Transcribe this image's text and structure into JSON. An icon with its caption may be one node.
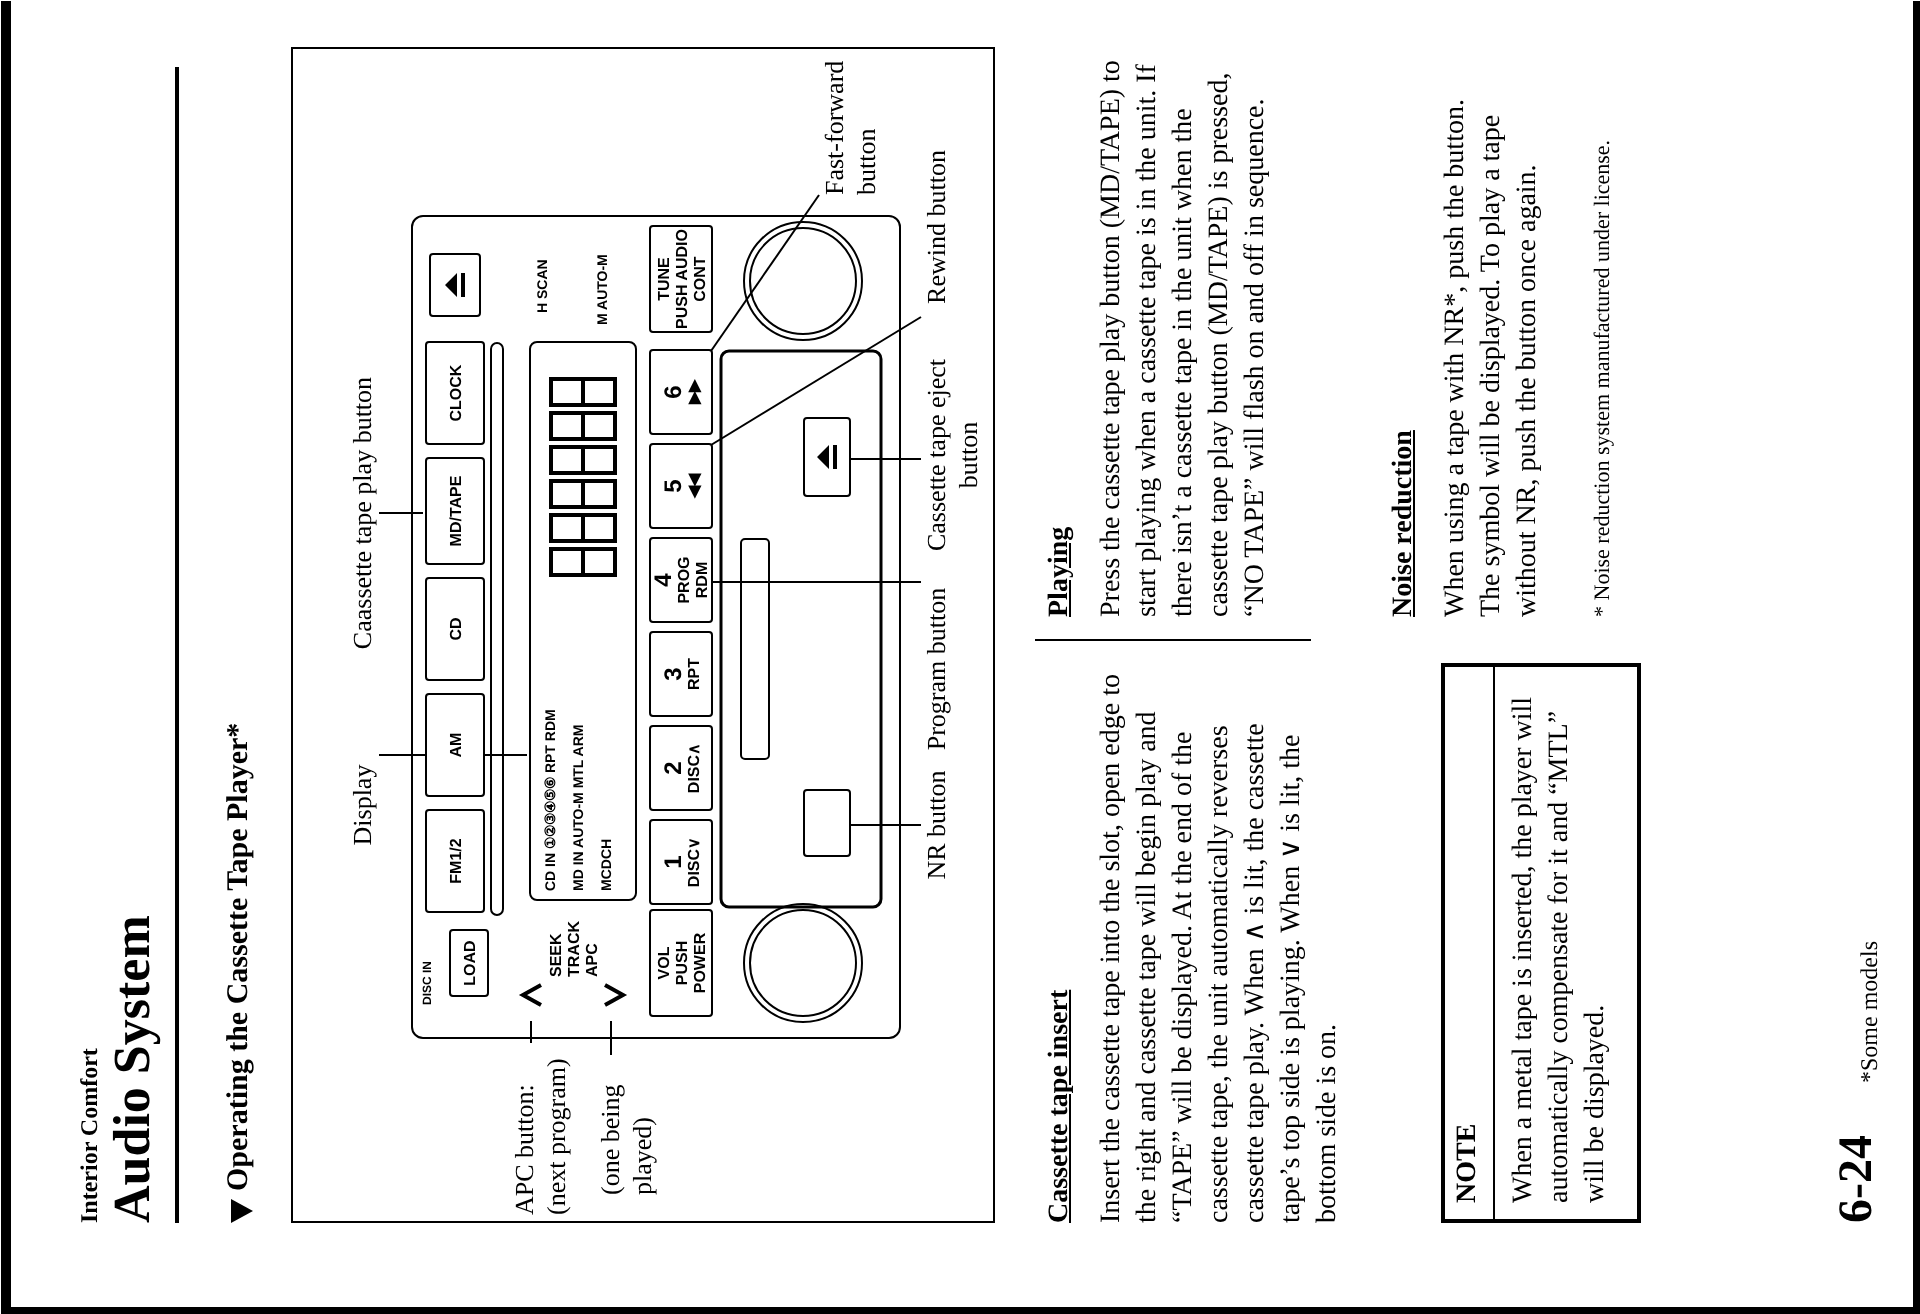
{
  "diagram": {
    "title": "Audio System",
    "nodes": [
      {
        "text": [
          "Display"
        ]
      },
      {
        "text": [
          "Caassette tape play button"
        ]
      },
      {
        "text": [
          "APC button: (next program)"
        ]
      },
      {
        "text": [
          "(one being played)"
        ]
      },
      {
        "text": [],
        "shape": "box"
      },
      {
        "text": [
          "LOAD"
        ],
        "in": 4
      },
      {
        "text": [
          "FM1/2"
        ],
        "in": 4
      },
      {
        "text": [
          "AM"
        ],
        "in": 4
      },
      {
        "text": [
          "CD"
        ],
        "in": 4
      },
      {
        "text": [
          "MD/TAPE"
        ],
        "in": 4
      },
      {
        "text": [
          "CLOCK"
        ],
        "in": 4
      },
      {
        "text": [],
        "shape": "box",
        "in": 4
      },
      {
        "text": [],
        "shape": "chevron",
        "in": 4
      },
      {
        "text": [],
        "shape": "chevron",
        "in": 4
      },
      {
        "text": [
          "CD IN ①②③④⑤⑥ RPT RDM",
          "MD IN AUTO-M MTL ARM",
          "MCDCH"
        ],
        "in": 4
      },
      {
        "text": [
          "VOL",
          "PUSH POWER"
        ],
        "in": 4
      },
      {
        "text": [
          "1",
          "DISC∨"
        ],
        "in": 4
      },
      {
        "text": [
          "2",
          "DISC∧"
        ],
        "in": 4
      },
      {
        "text": [
          "3",
          "RPT"
        ],
        "in": 4
      },
      {
        "text": [
          "4",
          "PROG RDM"
        ],
        "in": 4
      },
      {
        "text": [
          "5",
          "◀◀"
        ],
        "in": 4
      },
      {
        "text": [
          "6",
          "▶▶"
        ],
        "in": 4
      },
      {
        "text": [
          "TUNE",
          "PUSH AUDIO CONT"
        ],
        "in": 4
      },
      {
        "text": [],
        "shape": "circle",
        "in": 4
      },
      {
        "text": [],
        "shape": "box",
        "in": 4
      },
      {
        "text": [],
        "shape": "box",
        "in": 4
      },
      {
        "text": [],
        "shape": "circle",
        "in": 4
      },
      {
        "text": [
          "Fast-forward button"
        ]
      },
      {
        "text": [
          "Rewind button"
        ]
      },
      {
        "text": [
          "Cassette tape eject button"
        ]
      },
      {
        "text": [
          "Program button"
        ]
      },
      {
        "text": [
          "NR button"
        ]
      },
      {
        "text": [
          "NOTE",
          "When a metal tape is inserted, the player will automatically compensate for it and “MTL” will be displayed."
        ]
      }
    ],
    "edges": [
      {
        "from": 0,
        "to": 14,
        "arrow": "none"
      },
      {
        "from": 1,
        "to": 9,
        "arrow": "none"
      },
      {
        "from": 2,
        "to": 12,
        "arrow": "none"
      },
      {
        "from": 3,
        "to": 13,
        "arrow": "none"
      },
      {
        "from": 27,
        "to": 21,
        "arrow": "none"
      },
      {
        "from": 28,
        "to": 20,
        "arrow": "none"
      },
      {
        "from": 29,
        "to": 25,
        "arrow": "none"
      },
      {
        "from": 30,
        "to": 19,
        "arrow": "none"
      },
      {
        "from": 31,
        "to": 24,
        "arrow": "none"
      }
    ],
    "labels": [
      "Interior Comfort",
      "Operating the Cassette Tape Player*",
      "DISC IN",
      "SEEK TRACK APC",
      "H SCAN",
      "M AUTO-M",
      "Cassette tape insert",
      "Insert the cassette tape into the slot, open edge to the right and cassette tape will begin play and “TAPE” will be displayed. At the end of the cassette tape, the unit automatically reverses cassette tape play. When ∧ is lit, the cassette tape’s top side is playing. When ∨ is lit, the bottom side is on.",
      "Playing",
      "Press the cassette tape play button (MD/TAPE) to start playing when a cassette tape is in the unit. If there isn’t a cassette tape in the unit when the cassette tape play button (MD/TAPE) is pressed, “NO TAPE” will flash on and off in sequence.",
      "Noise reduction",
      "When using a tape with NR*, push the button. The symbol will be displayed. To play a tape without NR, push the button once again.",
      "* Noise reduction system manufactured under license.",
      "6-24",
      "*Some models"
    ]
  }
}
